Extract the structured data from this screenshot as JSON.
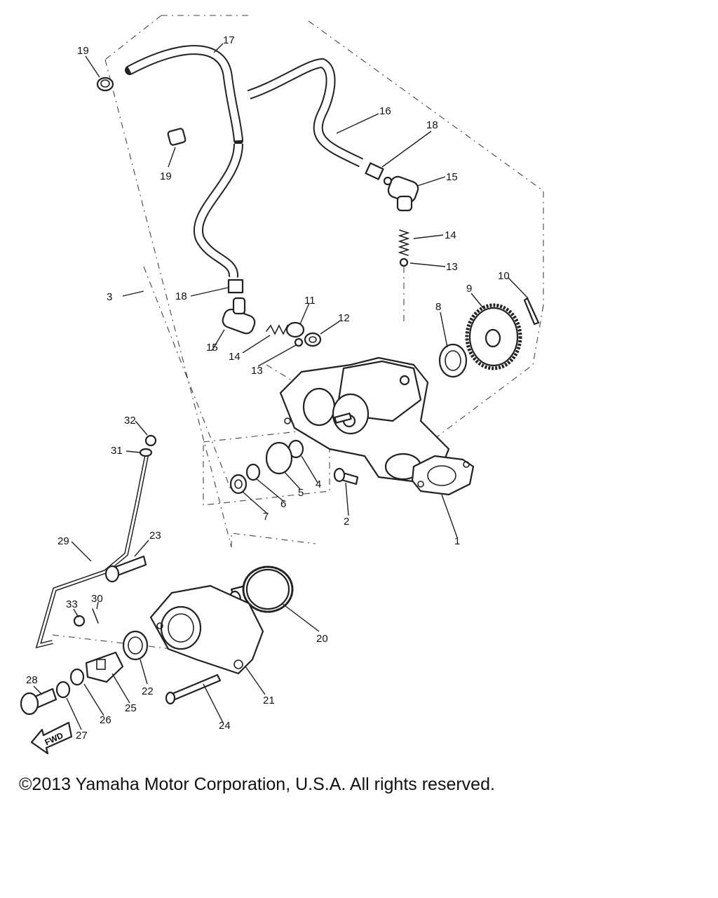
{
  "diagram": {
    "callouts": [
      "1",
      "2",
      "3",
      "4",
      "5",
      "6",
      "7",
      "8",
      "9",
      "10",
      "11",
      "12",
      "13",
      "13",
      "14",
      "14",
      "15",
      "15",
      "16",
      "17",
      "18",
      "18",
      "19",
      "19",
      "20",
      "21",
      "22",
      "23",
      "24",
      "25",
      "26",
      "27",
      "28",
      "29",
      "30",
      "31",
      "32",
      "33"
    ],
    "fwd_label": "FWD"
  },
  "footer": {
    "copyright": "©2013 Yamaha Motor Corporation, U.S.A. All rights reserved."
  }
}
